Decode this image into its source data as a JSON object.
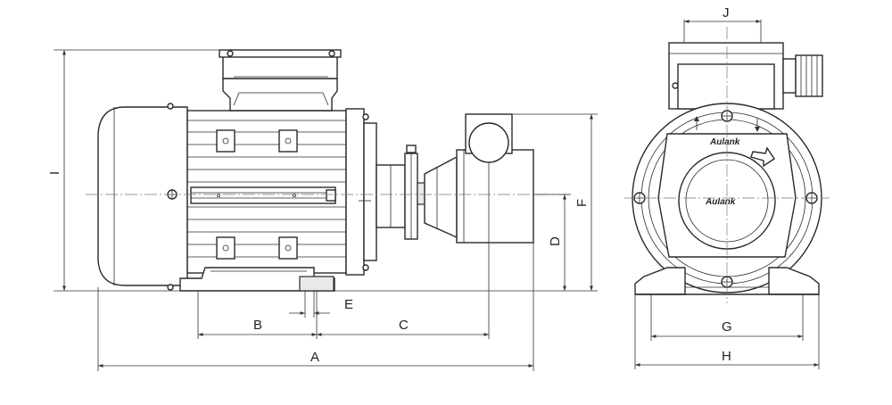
{
  "dimensions": {
    "A": "A",
    "B": "B",
    "C": "C",
    "D": "D",
    "E": "E",
    "F": "F",
    "G": "G",
    "H": "H",
    "I": "I",
    "J": "J"
  },
  "brand": {
    "top": "Aulank",
    "center": "Aulank"
  },
  "colors": {
    "line": "#2a2a2a",
    "background": "#ffffff"
  },
  "icons": [
    "screw-head-icon",
    "rotation-arrow-icon"
  ]
}
